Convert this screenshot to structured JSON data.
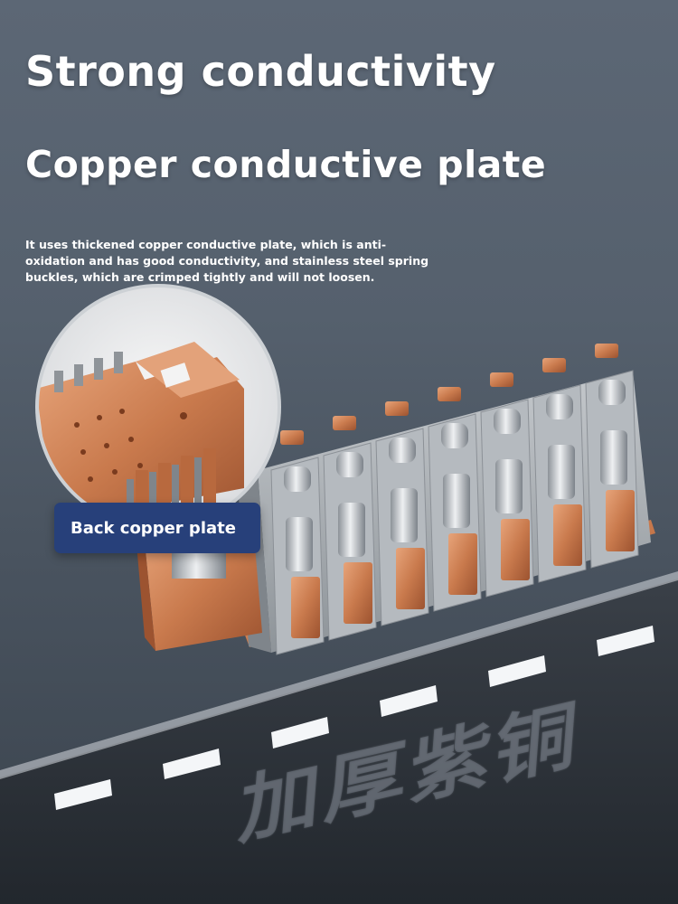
{
  "heading": {
    "line1": "Strong conductivity",
    "line2": "Copper conductive plate"
  },
  "description": "It uses thickened copper conductive plate, which is anti-oxidation and has good conductivity, and stainless steel spring buckles, which are crimped tightly and will not loosen.",
  "callout": {
    "label": "Back copper plate"
  },
  "watermark": "加厚紫铜",
  "colors": {
    "background": "#55606d",
    "callout_background": "#27407a",
    "copper": "#c97a4d",
    "housing_gray": "#a9aeb3",
    "steel": "#bfc4c8",
    "road_dark": "#2f353d"
  }
}
